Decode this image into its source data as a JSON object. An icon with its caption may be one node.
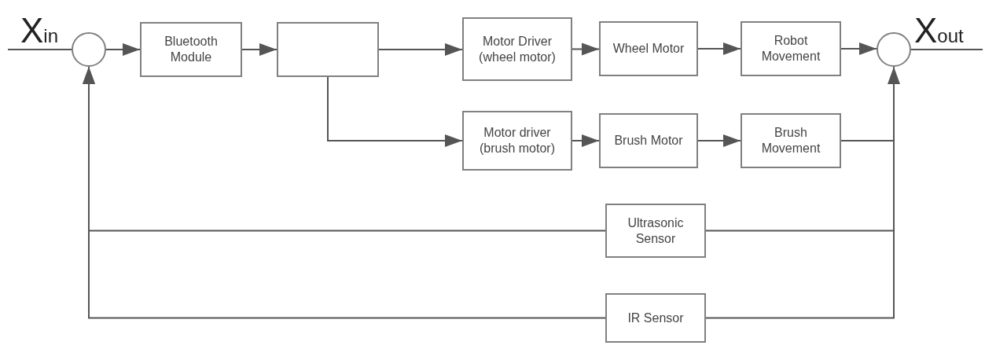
{
  "diagram": {
    "nodes": [
      {
        "text": [],
        "shape": "circle"
      },
      {
        "text": [
          "Bluetooth Module"
        ]
      },
      {
        "text": [],
        "shape": "box"
      },
      {
        "text": [
          "Motor Driver (wheel motor)"
        ]
      },
      {
        "text": [
          "Wheel Motor"
        ]
      },
      {
        "text": [
          "Robot Movement"
        ]
      },
      {
        "text": [],
        "shape": "circle"
      },
      {
        "text": [
          "Motor driver (brush motor)"
        ]
      },
      {
        "text": [
          "Brush Motor"
        ]
      },
      {
        "text": [
          "Brush Movement"
        ]
      },
      {
        "text": [
          "Ultrasonic Sensor"
        ]
      },
      {
        "text": [
          "IR Sensor"
        ]
      }
    ],
    "edges": [
      {
        "from": null,
        "to": 0,
        "arrow": "none"
      },
      {
        "from": 0,
        "to": 1,
        "arrow": "to"
      },
      {
        "from": 1,
        "to": 2,
        "arrow": "to"
      },
      {
        "from": 2,
        "to": 3,
        "arrow": "to"
      },
      {
        "from": 3,
        "to": 4,
        "arrow": "to"
      },
      {
        "from": 4,
        "to": 5,
        "arrow": "to"
      },
      {
        "from": 5,
        "to": 6,
        "arrow": "to"
      },
      {
        "from": 6,
        "to": null,
        "arrow": "none"
      },
      {
        "from": 2,
        "to": 7,
        "arrow": "to"
      },
      {
        "from": 7,
        "to": 8,
        "arrow": "to"
      },
      {
        "from": 8,
        "to": 9,
        "arrow": "to"
      },
      {
        "from": 9,
        "to": 6,
        "arrow": "to"
      },
      {
        "from": 6,
        "to": 10,
        "arrow": "none"
      },
      {
        "from": 6,
        "to": 11,
        "arrow": "none"
      },
      {
        "from": 10,
        "to": 0,
        "arrow": "to"
      },
      {
        "from": 11,
        "to": 0,
        "arrow": "to"
      }
    ],
    "labels": [
      "X$_{in}$",
      "X$_{out}$"
    ]
  }
}
